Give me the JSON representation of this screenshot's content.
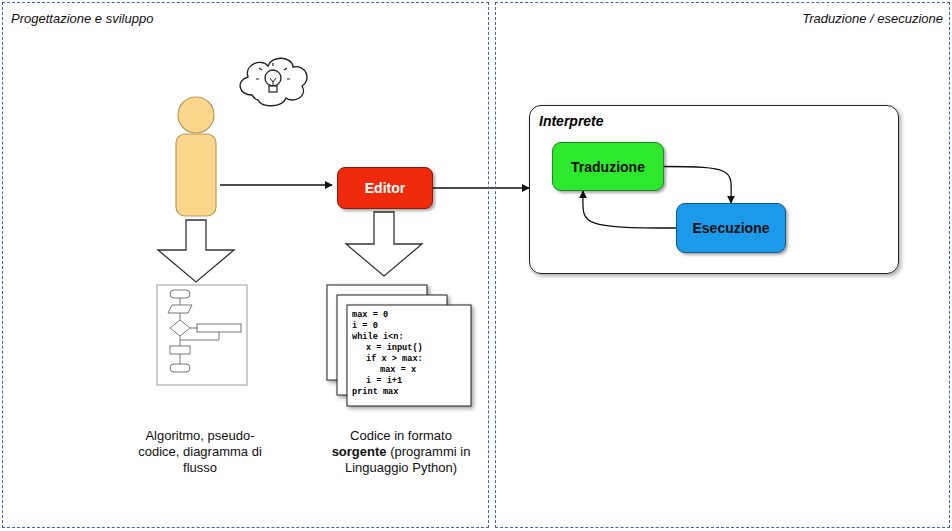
{
  "diagram": {
    "nodes": [
      {
        "text": [
          "Progettazione e sviluppo"
        ]
      },
      {
        "text": [
          "Editor"
        ],
        "in": 0
      },
      {
        "text": [
          "Traduzione / esecuzione"
        ]
      },
      {
        "text": [
          "Interprete"
        ],
        "in": 2
      },
      {
        "text": [
          "Traduzione"
        ],
        "in": 3
      },
      {
        "text": [
          "Esecuzione"
        ],
        "in": 3
      }
    ],
    "edges": [
      {
        "from": 1,
        "to": 3,
        "arrow": "to"
      },
      {
        "from": 4,
        "to": 5,
        "arrow": "to"
      },
      {
        "from": 5,
        "to": 4,
        "arrow": "to"
      }
    ],
    "labels": [
      "max = 0",
      "i = 0",
      "while i<n:",
      "x = input()",
      "if x > max:",
      "max = x",
      "i = i+1",
      "print max",
      "Algoritmo, pseudo-codice, diagramma di flusso",
      "Codice in formato",
      "sorgente",
      "(programmi in Linguaggio Python)"
    ]
  }
}
